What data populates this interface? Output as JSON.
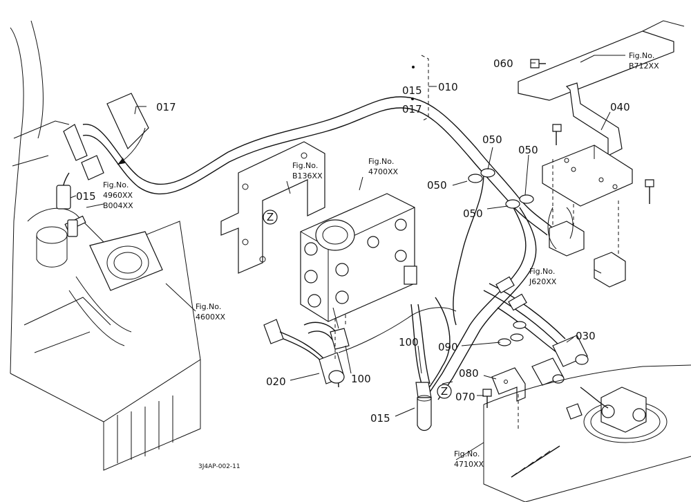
{
  "group_bracket": {
    "label": "010",
    "members": [
      "015",
      "017"
    ]
  },
  "callouts": [
    {
      "id": "c017",
      "text": "017"
    },
    {
      "id": "c015a",
      "text": "015"
    },
    {
      "id": "c060",
      "text": "060"
    },
    {
      "id": "c040",
      "text": "040"
    },
    {
      "id": "c050a",
      "text": "050"
    },
    {
      "id": "c050b",
      "text": "050"
    },
    {
      "id": "c050c",
      "text": "050"
    },
    {
      "id": "c050d",
      "text": "050"
    },
    {
      "id": "c030",
      "text": "030"
    },
    {
      "id": "c090",
      "text": "090"
    },
    {
      "id": "c080",
      "text": "080"
    },
    {
      "id": "c070",
      "text": "070"
    },
    {
      "id": "c100a",
      "text": "100"
    },
    {
      "id": "c100b",
      "text": "100"
    },
    {
      "id": "c020",
      "text": "020"
    },
    {
      "id": "c015b",
      "text": "015"
    }
  ],
  "fig_refs": [
    {
      "id": "f4960",
      "lines": [
        "Fig.No.",
        "4960XX",
        "B004XX"
      ]
    },
    {
      "id": "fB136",
      "lines": [
        "Fig.No.",
        "B136XX"
      ]
    },
    {
      "id": "f4700",
      "lines": [
        "Fig.No.",
        "4700XX"
      ]
    },
    {
      "id": "fB712",
      "lines": [
        "Fig.No.",
        "B712XX"
      ]
    },
    {
      "id": "fJ620",
      "lines": [
        "Fig.No.",
        "J620XX"
      ]
    },
    {
      "id": "f4600",
      "lines": [
        "Fig.No.",
        "4600XX"
      ]
    },
    {
      "id": "f4710",
      "lines": [
        "Fig.No.",
        "4710XX"
      ]
    }
  ],
  "view_markers": [
    "Z",
    "Z"
  ],
  "drawing_code": "3J4AP-002-11"
}
